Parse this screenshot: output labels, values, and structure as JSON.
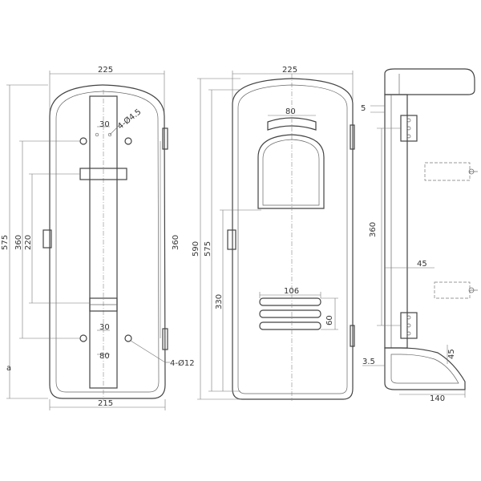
{
  "front_view": {
    "width_top": "225",
    "width_bottom": "215",
    "height_overall": "575",
    "height_holes": "360",
    "height_inner": "220",
    "hole_spacing_top": "30",
    "hole_spacing_bottom": "30",
    "slot_width": "80",
    "holes_top_label": "4-Ø4.5",
    "holes_bottom_label": "4-Ø12",
    "height_right": "360"
  },
  "door_view": {
    "width": "225",
    "window_width": "80",
    "height_overall": "590",
    "height_inner": "575",
    "height_lower": "330",
    "vent_width": "106",
    "vent_height": "60"
  },
  "side_view": {
    "top_offset": "5",
    "hinge_spacing": "360",
    "depth_mid": "45",
    "bottom_offset": "3.5",
    "bottom_depth": "140",
    "nozzle_width": "45"
  },
  "marks": {
    "left_small": "a"
  }
}
